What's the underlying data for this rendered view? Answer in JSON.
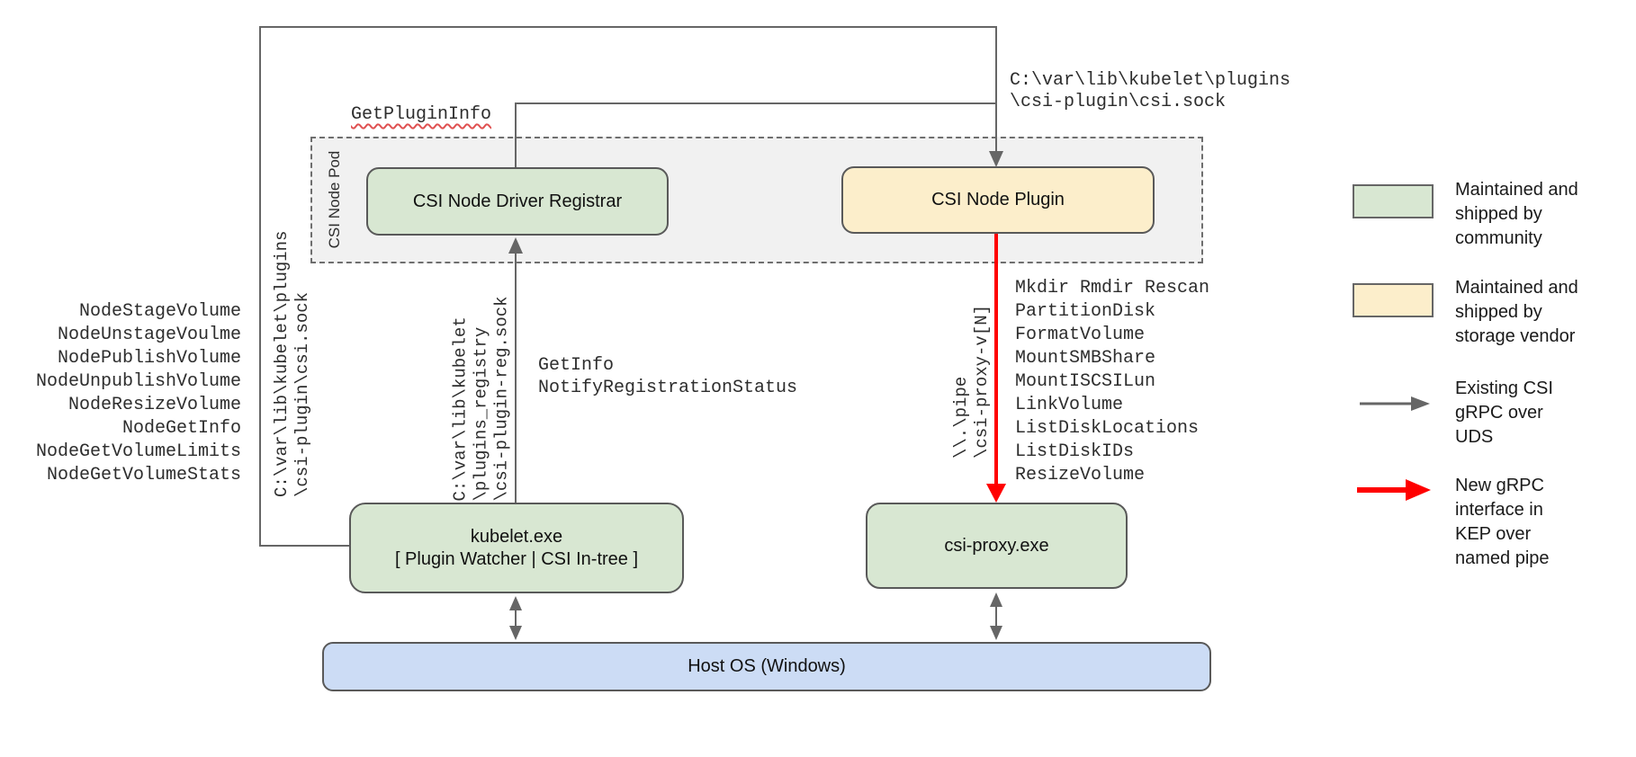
{
  "colors": {
    "community_green": "#d8e7d2",
    "vendor_yellow": "#fceecb",
    "host_blue": "#ccdcf5",
    "pod_gray": "#f1f1f1",
    "line_gray": "#666666",
    "new_rpc_red": "#ff0000",
    "misspell_underline_red": "#e05252"
  },
  "diagram": {
    "pod_label": "CSI Node Pod",
    "nodes": {
      "registrar": "CSI Node Driver Registrar",
      "plugin": "CSI Node Plugin",
      "kubelet": "kubelet.exe\n[ Plugin Watcher | CSI In-tree ]",
      "csi_proxy": "csi-proxy.exe",
      "host_os": "Host OS (Windows)"
    },
    "labels": {
      "get_plugin_info": "GetPluginInfo",
      "csi_sock_path_top": "C:\\var\\lib\\kubelet\\plugins\n\\csi-plugin\\csi.sock",
      "csi_sock_path_left": "C:\\var\\lib\\kubelet\\plugins\n\\csi-plugin\\csi.sock",
      "registration_sock_path": "C:\\var\\lib\\kubelet\n\\plugins_registry\n\\csi-plugin-reg.sock",
      "registration_calls": "GetInfo\nNotifyRegistrationStatus",
      "pipe_path": "\\\\.\\pipe\n\\csi-proxy-v[N]",
      "node_rpcs": [
        "NodeStageVolume",
        "NodeUnstageVoulme",
        "NodePublishVolume",
        "NodeUnpublishVolume",
        "NodeResizeVolume",
        "NodeGetInfo",
        "NodeGetVolumeLimits",
        "NodeGetVolumeStats"
      ],
      "proxy_commands": [
        "Mkdir Rmdir Rescan",
        "PartitionDisk",
        "FormatVolume",
        "MountSMBShare",
        "MountISCSILun",
        "LinkVolume",
        "ListDiskLocations",
        "ListDiskIDs",
        "ResizeVolume"
      ]
    }
  },
  "legend": {
    "community": "Maintained and\nshipped by\ncommunity",
    "vendor": "Maintained and\nshipped by\nstorage vendor",
    "existing_arrow": "Existing CSI\ngRPC over\nUDS",
    "new_arrow": "New gRPC\ninterface in\nKEP over\nnamed pipe"
  }
}
